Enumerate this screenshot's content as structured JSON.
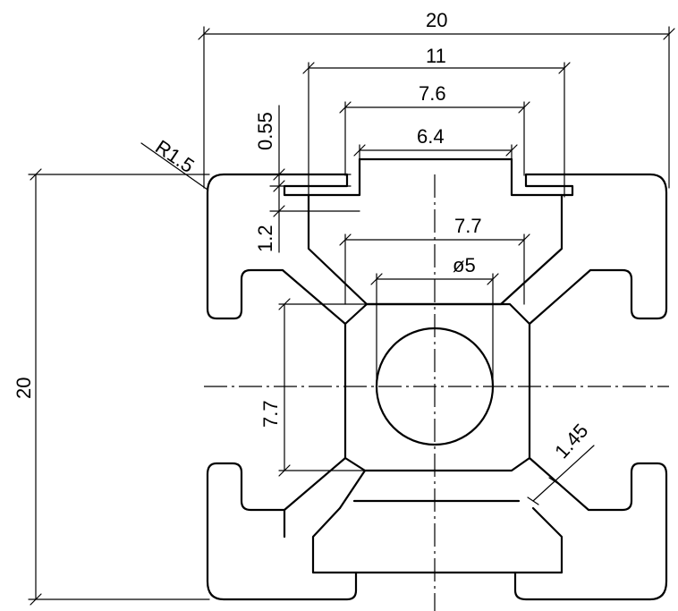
{
  "drawing": {
    "overall_width": "20",
    "overall_height": "20",
    "slot_outer_width": "11",
    "slot_opening_outer": "7.6",
    "slot_opening_inner": "6.4",
    "corner_radius": "R1.5",
    "lip_step": "0.55",
    "lip_thickness": "1.2",
    "core_width": "7.7",
    "core_height": "7.7",
    "bore_diameter": "ø5",
    "web_thickness": "1.45"
  }
}
